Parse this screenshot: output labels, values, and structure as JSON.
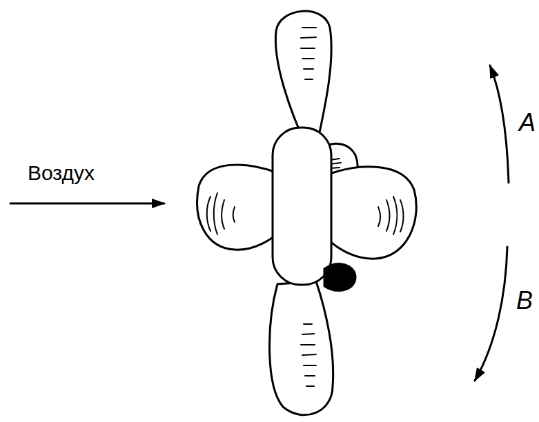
{
  "diagram": {
    "labels": [
      "Воздух",
      "A",
      "B"
    ]
  }
}
